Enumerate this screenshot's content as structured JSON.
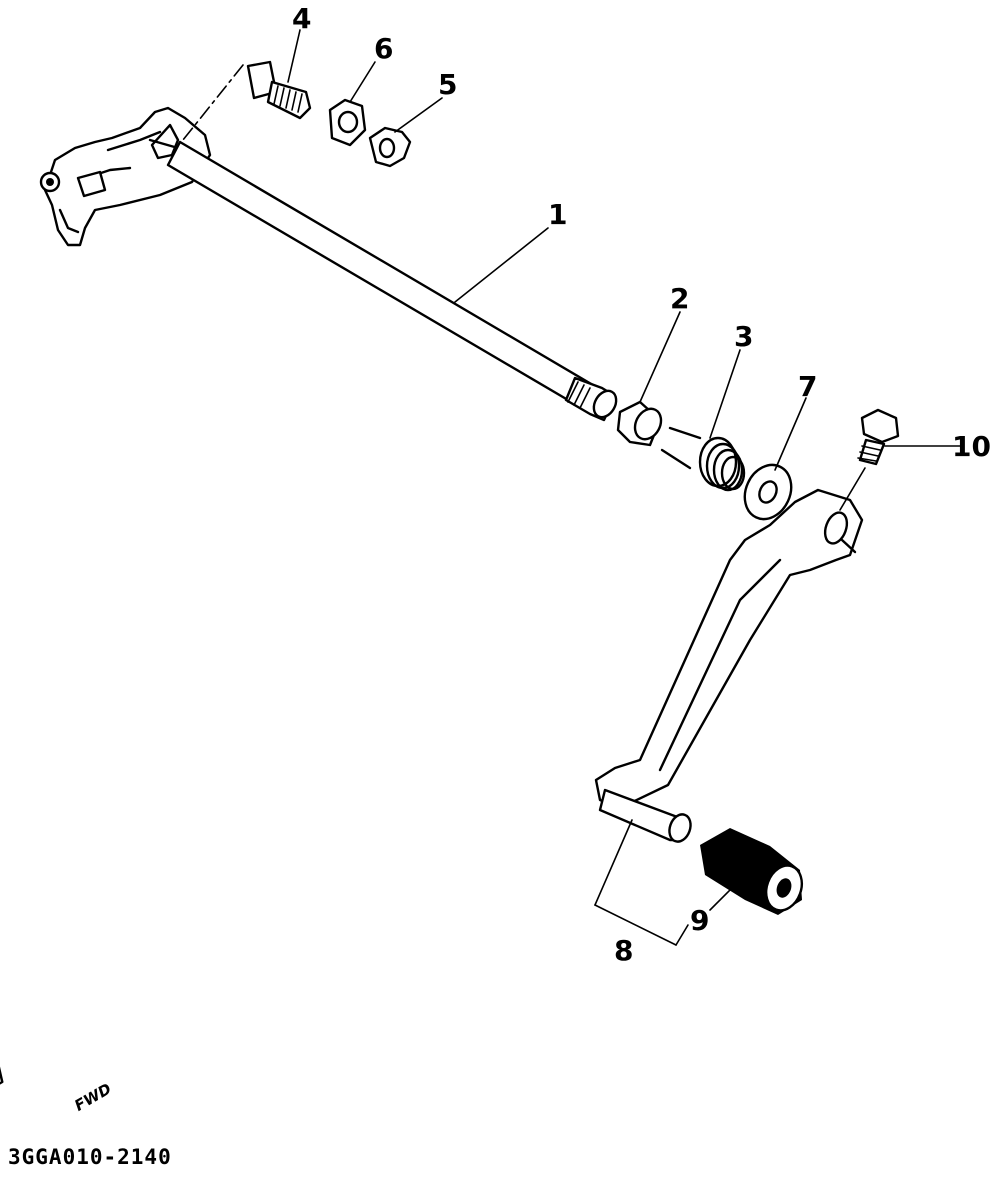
{
  "diagram_code": "3GGA010-2140",
  "direction_label": "FWD",
  "callouts": [
    {
      "id": "1",
      "label": "1"
    },
    {
      "id": "2",
      "label": "2"
    },
    {
      "id": "3",
      "label": "3"
    },
    {
      "id": "4",
      "label": "4"
    },
    {
      "id": "5",
      "label": "5"
    },
    {
      "id": "6",
      "label": "6"
    },
    {
      "id": "7",
      "label": "7"
    },
    {
      "id": "8",
      "label": "8"
    },
    {
      "id": "9",
      "label": "9"
    },
    {
      "id": "10",
      "label": "10"
    }
  ],
  "colors": {
    "ink": "#000000",
    "paper": "#ffffff"
  }
}
